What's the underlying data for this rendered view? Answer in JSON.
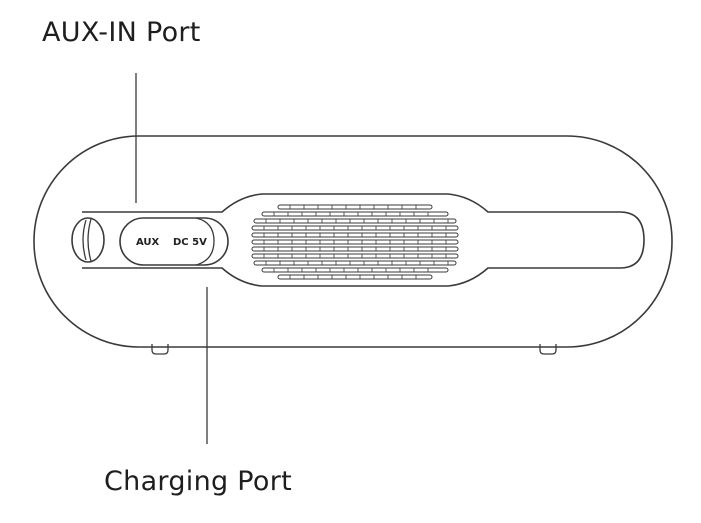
{
  "callouts": {
    "aux_in": "AUX-IN Port",
    "charging": "Charging Port"
  },
  "port_panel": {
    "aux_label": "AUX",
    "dc_label": "DC 5V"
  },
  "colors": {
    "line": "#3a3a3a",
    "text": "#1e1e1e",
    "background": "#ffffff"
  }
}
